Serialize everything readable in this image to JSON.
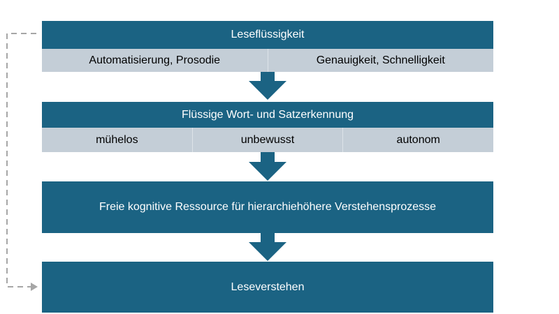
{
  "boxes": {
    "fluency": {
      "title": "Leseflüssigkeit",
      "items": [
        "Automatisierung, Prosodie",
        "Genauigkeit, Schnelligkeit"
      ]
    },
    "recognition": {
      "title": "Flüssige Wort- und Satzerkennung",
      "items": [
        "mühelos",
        "unbewusst",
        "autonom"
      ]
    },
    "resources": {
      "title": "Freie kognitive Ressource für hierarchiehöhere Verstehensprozesse"
    },
    "comprehension": {
      "title": "Leseverstehen"
    }
  },
  "colors": {
    "box": "#1b6383",
    "subrow": "#c4ced7",
    "feedback_line": "#a6a6a6"
  }
}
